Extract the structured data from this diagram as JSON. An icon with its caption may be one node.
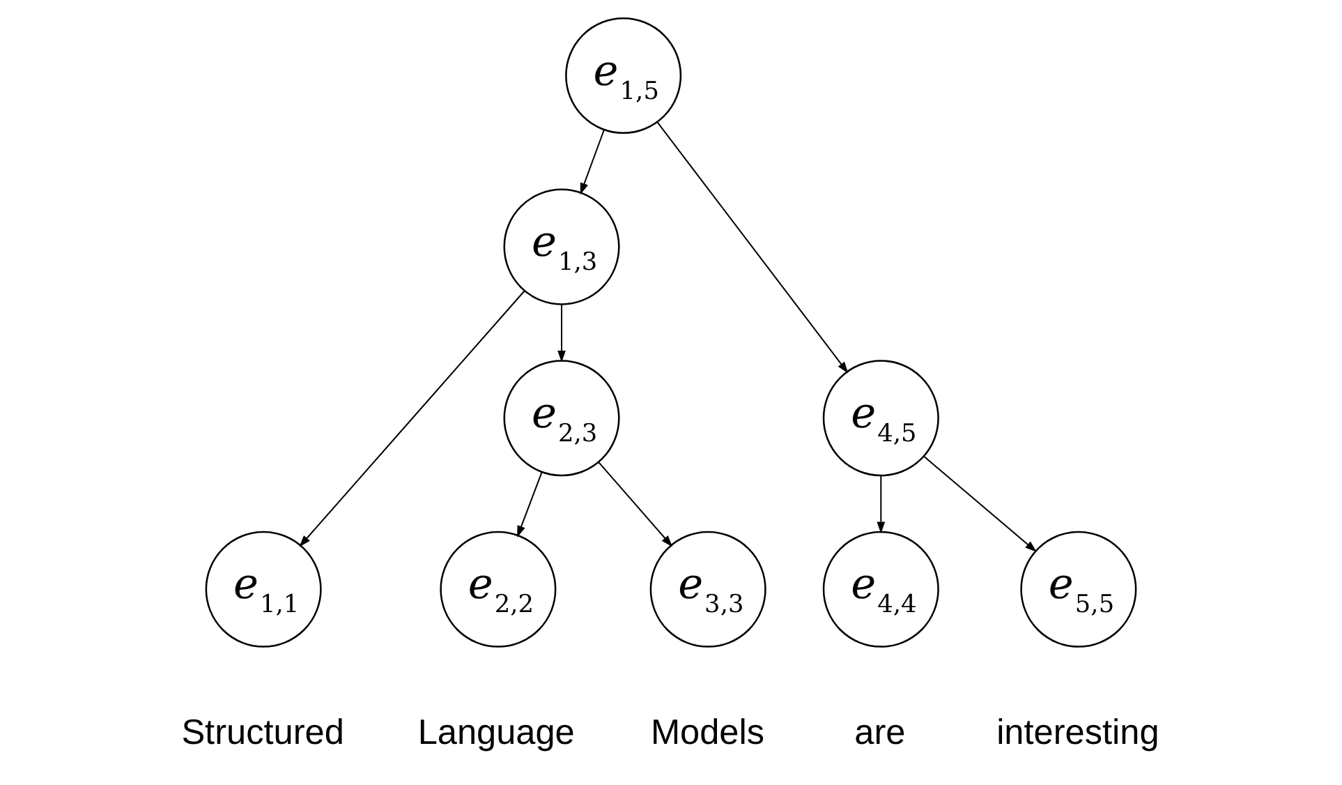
{
  "diagram": {
    "nodes": [
      {
        "text": [
          "*e*$_{1,5}$"
        ]
      },
      {
        "text": [
          "*e*$_{1,3}$"
        ]
      },
      {
        "text": [
          "*e*$_{4,5}$"
        ]
      },
      {
        "text": [
          "*e*$_{2,3}$"
        ]
      },
      {
        "text": [
          "*e*$_{1,1}$"
        ],
        "beside": [
          "Structured"
        ]
      },
      {
        "text": [
          "*e*$_{2,2}$"
        ],
        "beside": [
          "Language"
        ]
      },
      {
        "text": [
          "*e*$_{3,3}$"
        ],
        "beside": [
          "Models"
        ]
      },
      {
        "text": [
          "*e*$_{4,4}$"
        ],
        "beside": [
          "are"
        ]
      },
      {
        "text": [
          "*e*$_{5,5}$"
        ],
        "beside": [
          "interesting"
        ]
      }
    ],
    "edges": [
      {
        "from": 0,
        "to": 1,
        "arrow": "to"
      },
      {
        "from": 0,
        "to": 2,
        "arrow": "to"
      },
      {
        "from": 1,
        "to": 4,
        "arrow": "to"
      },
      {
        "from": 1,
        "to": 3,
        "arrow": "to"
      },
      {
        "from": 3,
        "to": 5,
        "arrow": "to"
      },
      {
        "from": 3,
        "to": 6,
        "arrow": "to"
      },
      {
        "from": 2,
        "to": 7,
        "arrow": "to"
      },
      {
        "from": 2,
        "to": 8,
        "arrow": "to"
      }
    ]
  }
}
